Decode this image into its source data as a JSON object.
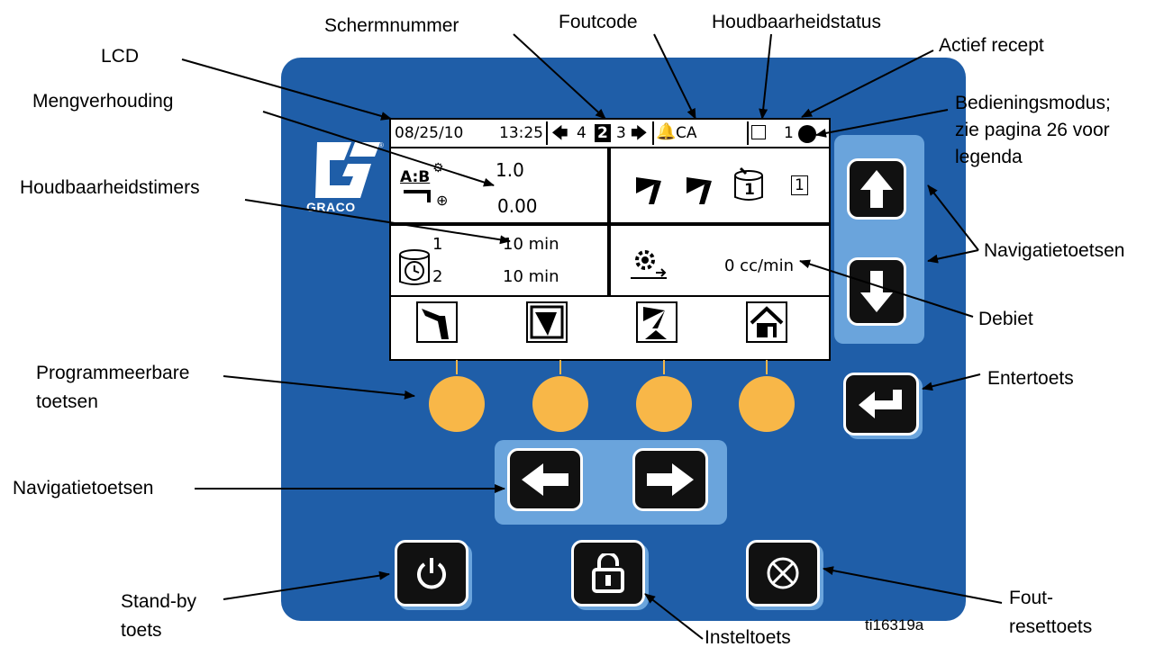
{
  "labels": {
    "lcd": "LCD",
    "schermnummer": "Schermnummer",
    "foutcode": "Foutcode",
    "houdbaarheidstatus": "Houdbaarheidstatus",
    "actief_recept": "Actief recept",
    "mengverhouding": "Mengverhouding",
    "bedieningsmodus_1": "Bedieningsmodus;",
    "bedieningsmodus_2": "zie pagina 26 voor",
    "bedieningsmodus_3": "legenda",
    "houdbaarheidstimers": "Houdbaarheidstimers",
    "navigatietoetsen_right": "Navigatietoetsen",
    "debiet": "Debiet",
    "programmeerbare_1": "Programmeerbare",
    "programmeerbare_2": "toetsen",
    "entertoets": "Entertoets",
    "navigatietoetsen_left": "Navigatietoetsen",
    "standby_1": "Stand-by",
    "standby_2": "toets",
    "insteltoets": "Insteltoets",
    "fout_1": "Fout-",
    "fout_2": "resettoets",
    "figure_id": "ti16319a"
  },
  "lcd": {
    "date": "08/25/10",
    "time": "13:25",
    "screen_prev": "4",
    "screen_current": "2",
    "screen_next": "3",
    "error_code": "CA",
    "recipe": "1",
    "ratio_label": "A:B",
    "ratio_value": "1.0",
    "ratio_deviation": "0.00",
    "recipe_box": "1",
    "pot_timer_1_label": "1",
    "pot_timer_1_value": "10 min",
    "pot_timer_2_label": "2",
    "pot_timer_2_value": "10 min",
    "flow_rate": "0 cc/min",
    "tank_number": "1"
  },
  "brand": {
    "logo_text": "GRACO"
  },
  "colors": {
    "panel": "#1f5ea8",
    "nav_bar": "#6aa4dc",
    "softkey": "#f8b748",
    "key": "#111111"
  }
}
